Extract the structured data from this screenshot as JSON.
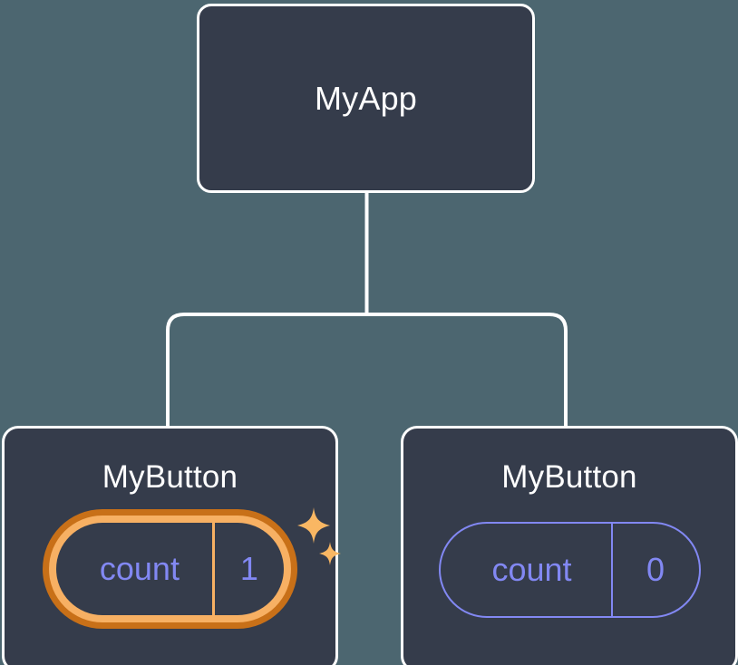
{
  "diagram": {
    "type": "component-tree",
    "background_color": "#4c6670",
    "connector_color": "#ffffff",
    "node_fill_color": "#353c4b",
    "node_border_color": "#ffffff",
    "state_color": "#8288f3",
    "highlight_outer_color": "#c87018",
    "highlight_inner_color": "#f7b063",
    "sparkle_color": "#f9b763"
  },
  "root": {
    "title": "MyApp"
  },
  "children": [
    {
      "title": "MyButton",
      "state": {
        "key": "count",
        "value": "1"
      },
      "highlighted": true,
      "sparkles": [
        "sparkle-icon-large",
        "sparkle-icon-small"
      ]
    },
    {
      "title": "MyButton",
      "state": {
        "key": "count",
        "value": "0"
      },
      "highlighted": false
    }
  ]
}
